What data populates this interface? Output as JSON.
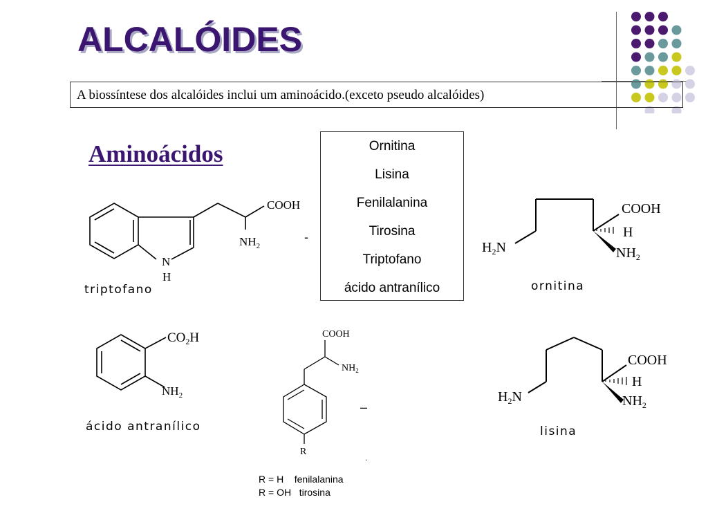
{
  "slide": {
    "title": "ALCALÓIDES",
    "subtitle": "A biossíntese dos alcalóides inclui um aminoácido.(exceto pseudo alcalóides)",
    "heading": "Aminoácidos",
    "amino_list": [
      "Ornitina",
      "Lisina",
      "Fenilalanina",
      "Tirosina",
      "Triptofano",
      "ácido antranílico"
    ],
    "colors": {
      "title": "#3b1670",
      "dot_purple": "#4b1a6e",
      "dot_teal": "#6a9a9c",
      "dot_yellow": "#c8c81e",
      "dot_lavender": "#d4d2e4"
    }
  },
  "molecules": {
    "triptofano": {
      "caption": "triptofano",
      "cooh": "COOH",
      "nh2": "NH",
      "sub2": "2",
      "n": "N",
      "h": "H"
    },
    "ornitina": {
      "caption": "ornitina",
      "cooh": "COOH",
      "h": "H",
      "nh2": "NH",
      "sub2": "2",
      "h2n": "H",
      "h2n_n": "N"
    },
    "antranilico": {
      "caption": "ácido antranílico",
      "co2h": "CO",
      "co2h_h": "H",
      "nh2": "NH",
      "sub2": "2"
    },
    "fenil_tirosina": {
      "cooh": "COOH",
      "nh2": "NH",
      "sub2": "2",
      "r": "R",
      "note_line1": "R = H    fenilalanina",
      "note_line2": "R = OH   tirosina"
    },
    "lisina": {
      "caption": "lisina",
      "cooh": "COOH",
      "h": "H",
      "nh2": "NH",
      "sub2": "2",
      "h2n": "H",
      "h2n_n": "N"
    }
  },
  "marks": {
    "dash1": "-",
    "dash2": "–",
    "dot": "."
  }
}
